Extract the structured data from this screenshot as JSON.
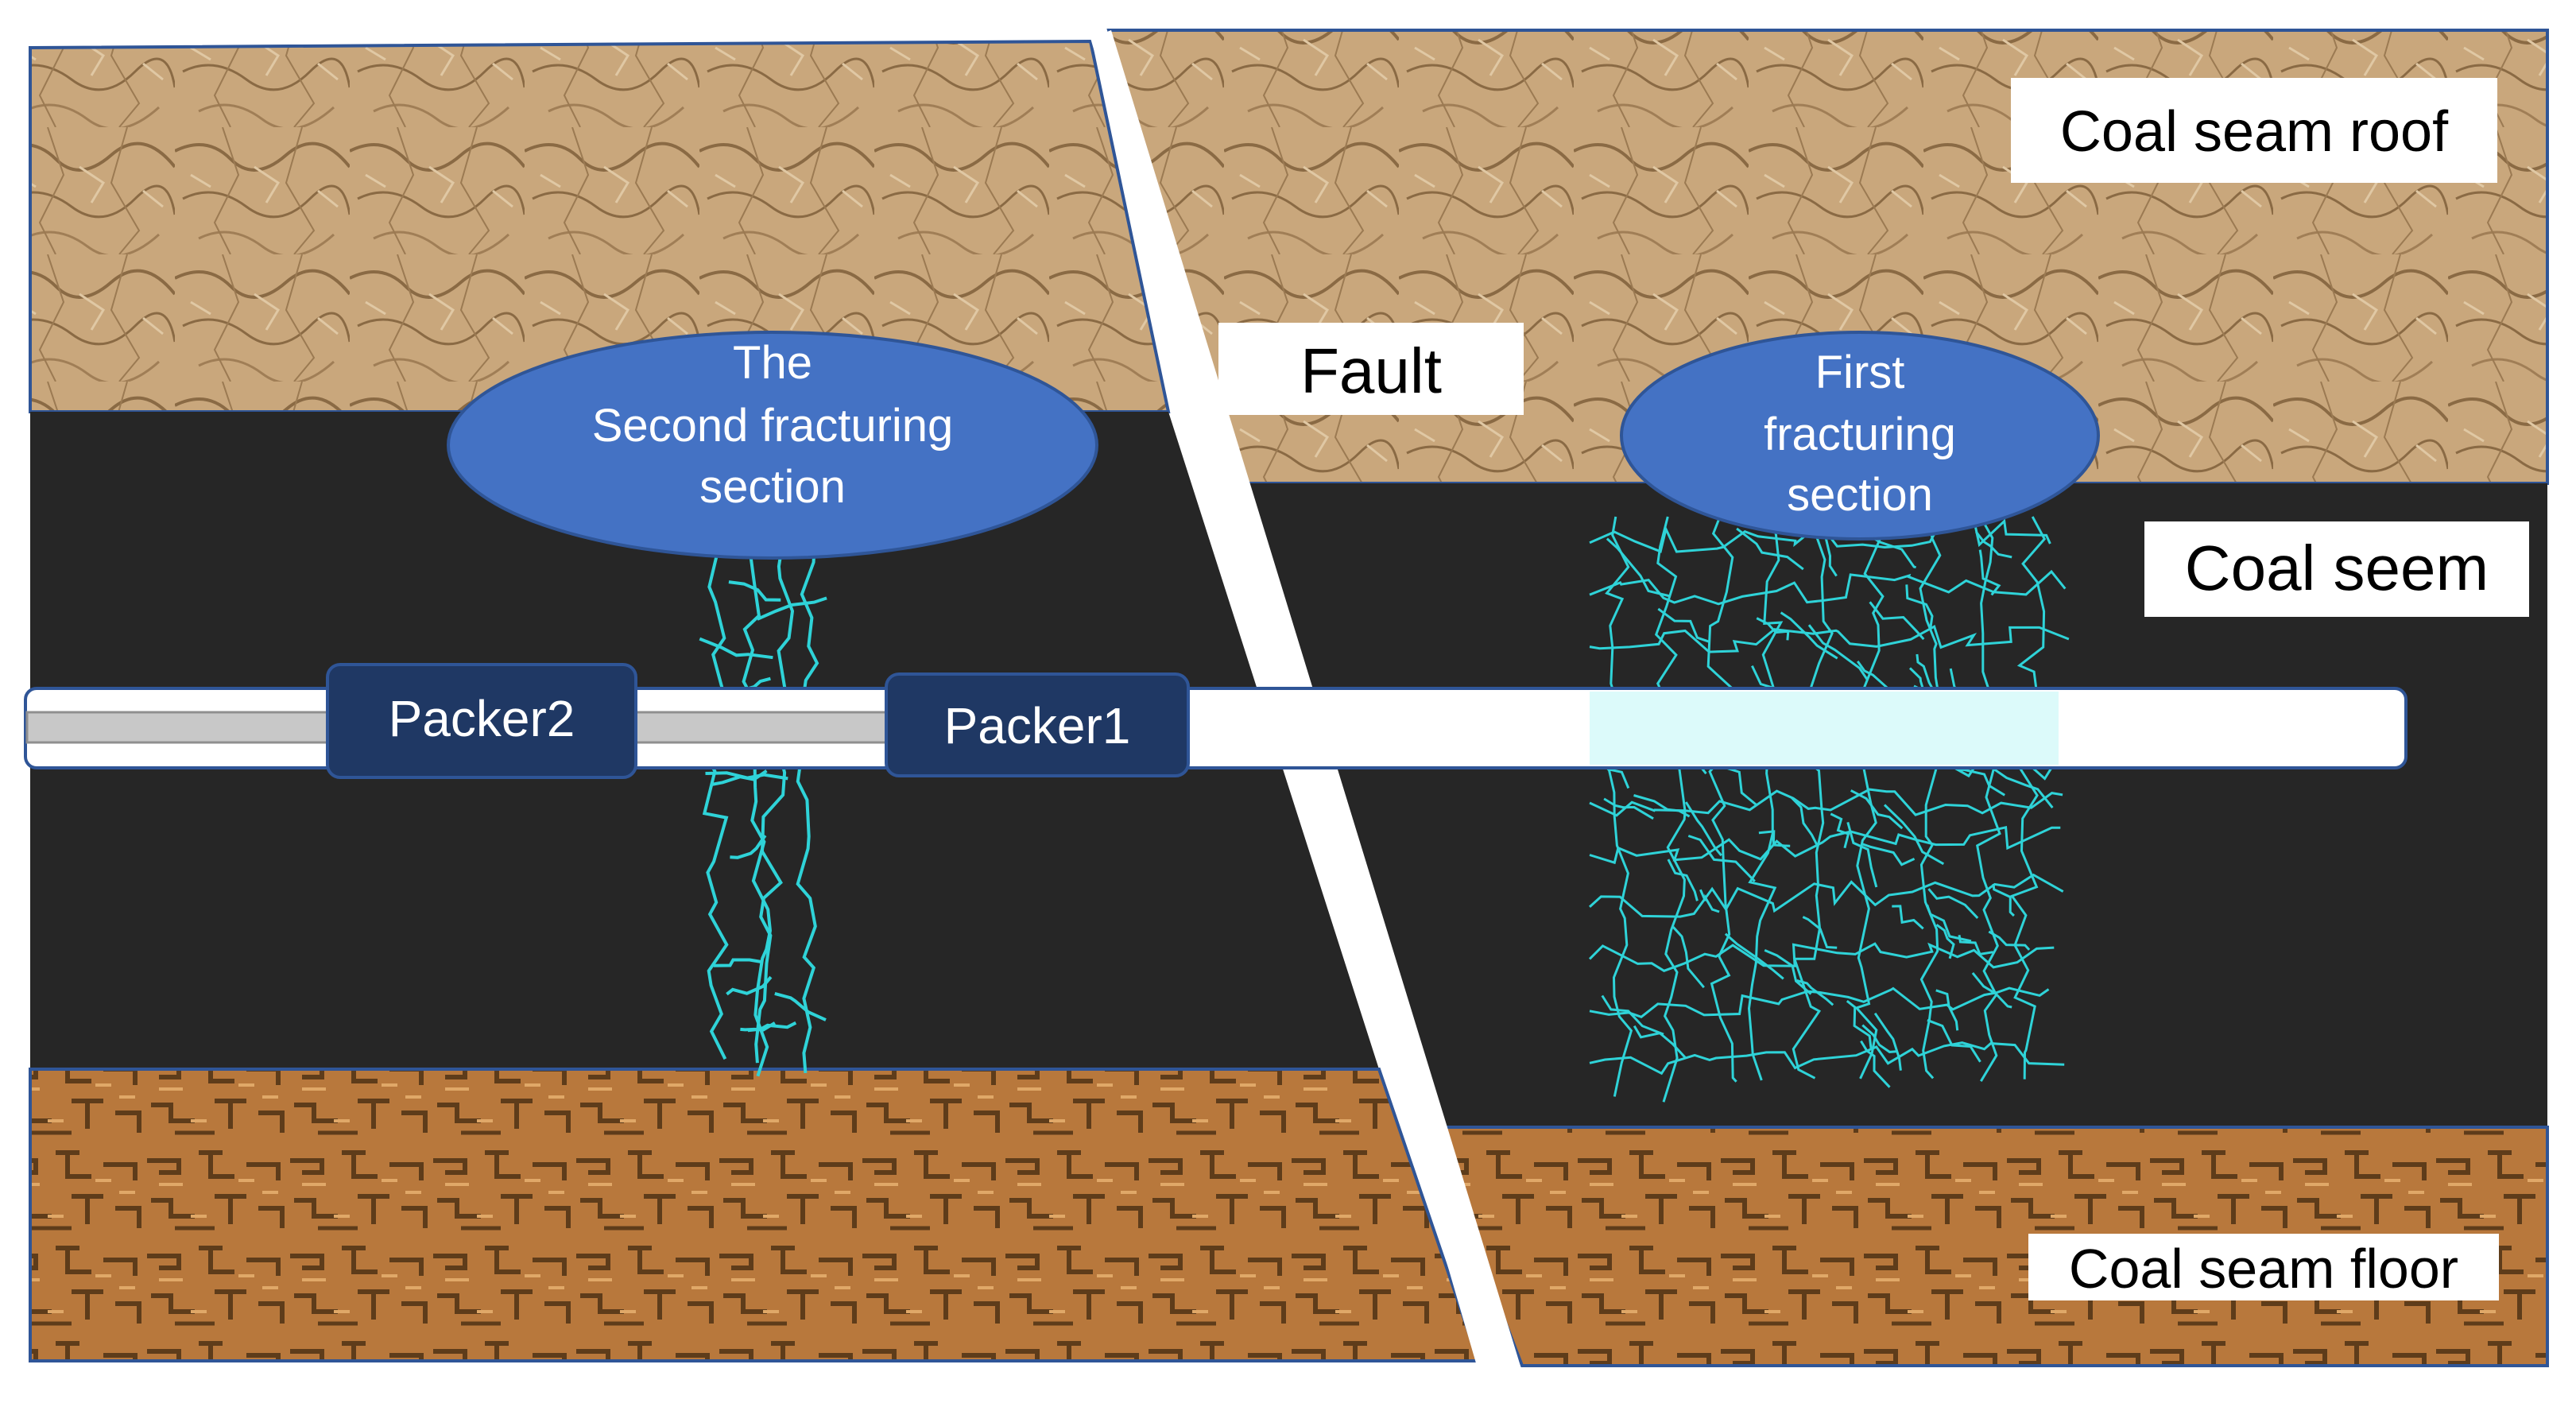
{
  "labels": {
    "roof": "Coal seam roof",
    "fault": "Fault",
    "seam": "Coal seem",
    "floor": "Coal seam floor"
  },
  "sections": {
    "second": [
      "The",
      "Second fracturing",
      "section"
    ],
    "first": [
      "First",
      "fracturing",
      "section"
    ]
  },
  "packers": {
    "packer2": "Packer2",
    "packer1": "Packer1"
  },
  "colors": {
    "roof": "#c9a77c",
    "roof_dark": "#8a6a44",
    "coal": "#262626",
    "floor": "#b8783c",
    "floor_dark": "#5e3c1a",
    "fracture": "#2fd3d8",
    "ellipse": "#4472c4",
    "packer": "#1f3864",
    "outline": "#2f5597"
  }
}
